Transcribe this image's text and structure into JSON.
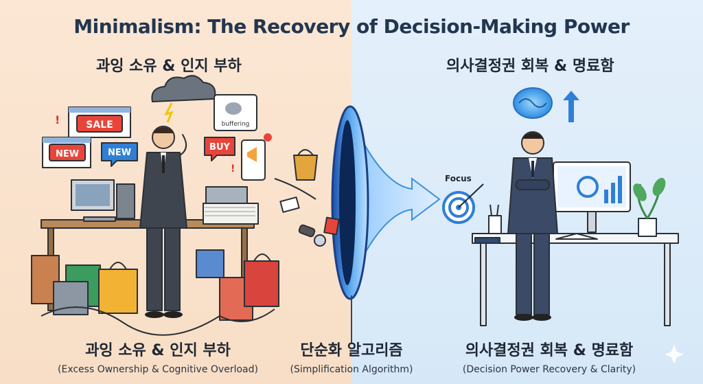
{
  "title": "Minimalism: The Recovery of Decision-Making Power",
  "left": {
    "heading": "과잉 소유 & 인지 부하",
    "caption_ko": "과잉 소유 & 인지 부하",
    "caption_en": "(Excess Ownership & Cognitive Overload)",
    "tags": {
      "sale": "SALE",
      "new1": "NEW",
      "new2": "NEW",
      "buy": "BUY",
      "buffering": "buffering"
    }
  },
  "center": {
    "caption_ko": "단순화 알고리즘",
    "caption_en": "(Simplification Algorithm)"
  },
  "right": {
    "heading": "의사결정권 회복 & 명료함",
    "caption_ko": "의사결정권 회복 & 명료함",
    "caption_en": "(Decision Power Recovery & Clarity)",
    "focus_label": "Focus"
  },
  "colors": {
    "left_bg": "#fbe7d4",
    "right_bg": "#e4f0fb",
    "accent_blue": "#3a8fe0",
    "alert_red": "#d9342b"
  }
}
